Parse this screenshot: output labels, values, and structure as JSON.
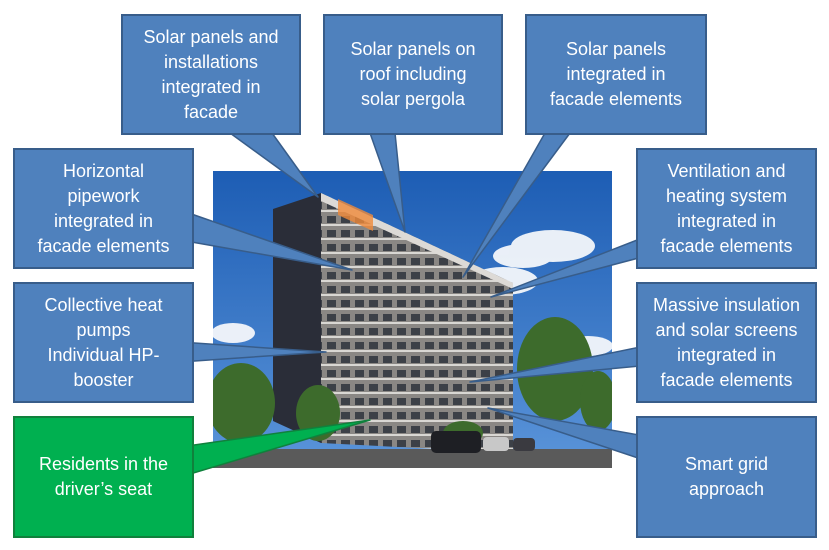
{
  "photo": {
    "subject": "residential-apartment-block",
    "colors": {
      "sky": "#2f6fc4",
      "clouds": "#f4f7fb",
      "trees": "#3d6b2c",
      "facade": "#8d8a87",
      "road": "#5a5a5a"
    }
  },
  "callouts": {
    "solar_facade_installations": {
      "lines": [
        "Solar panels and",
        "installations",
        "integrated in",
        "facade"
      ]
    },
    "solar_roof_pergola": {
      "lines": [
        "Solar panels on",
        "roof including",
        "solar pergola"
      ]
    },
    "solar_facade_elements": {
      "lines": [
        "Solar panels",
        "integrated in",
        "facade elements"
      ]
    },
    "horizontal_pipework": {
      "lines": [
        "Horizontal",
        "pipework",
        "integrated in",
        "facade elements"
      ]
    },
    "ventilation_heating": {
      "lines": [
        "Ventilation and",
        "heating system",
        "integrated in",
        "facade elements"
      ]
    },
    "heat_pumps": {
      "lines": [
        "Collective heat",
        "pumps",
        "Individual HP-",
        "booster"
      ]
    },
    "insulation_screens": {
      "lines": [
        "Massive insulation",
        "and solar screens",
        "integrated in",
        "facade elements"
      ]
    },
    "residents": {
      "lines": [
        "Residents in the",
        "driver’s seat"
      ]
    },
    "smart_grid": {
      "lines": [
        "Smart grid",
        "approach"
      ]
    }
  },
  "colors": {
    "callout_fill": "#4f81bd",
    "callout_border": "#385d8a",
    "highlight_fill": "#00b050"
  }
}
